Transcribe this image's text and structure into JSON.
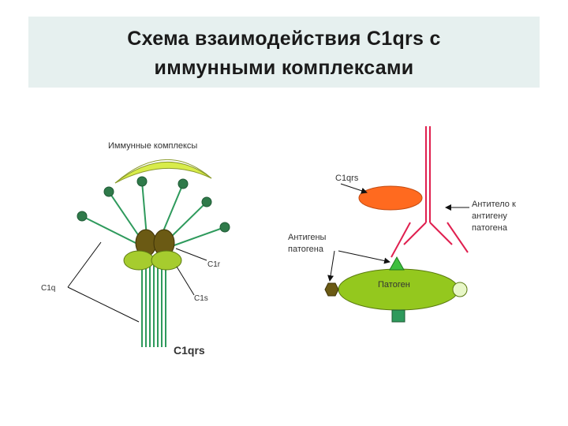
{
  "title": {
    "line1": "Схема взаимодействия С1qrs с",
    "line2": "иммунными комплексами"
  },
  "left_diagram": {
    "immune_complexes_label": "Иммунные комплексы",
    "c1r_label": "С1r",
    "c1q_label": "С1q",
    "c1s_label": "С1s",
    "c1qrs_label": "С1qrs"
  },
  "right_diagram": {
    "c1qrs_label": "С1qrs",
    "antibody_label_line1": "Антитело к",
    "antibody_label_line2": "антигену",
    "antibody_label_line3": "патогена",
    "antigens_label_line1": "Антигены",
    "antigens_label_line2": "патогена",
    "pathogen_label": "Патоген"
  },
  "colors": {
    "title_bg": "#e6f0ef",
    "stalk_green": "#2e9a5c",
    "head_green": "#2f7a4a",
    "immune_complex_yellow": "#d8ec4a",
    "c1r_olive": "#6b5a14",
    "c1s_lime": "#a6cc2e",
    "antibody_red": "#e0204f",
    "c1qrs_orange": "#ff6a1f",
    "pathogen_green": "#94c81e"
  }
}
